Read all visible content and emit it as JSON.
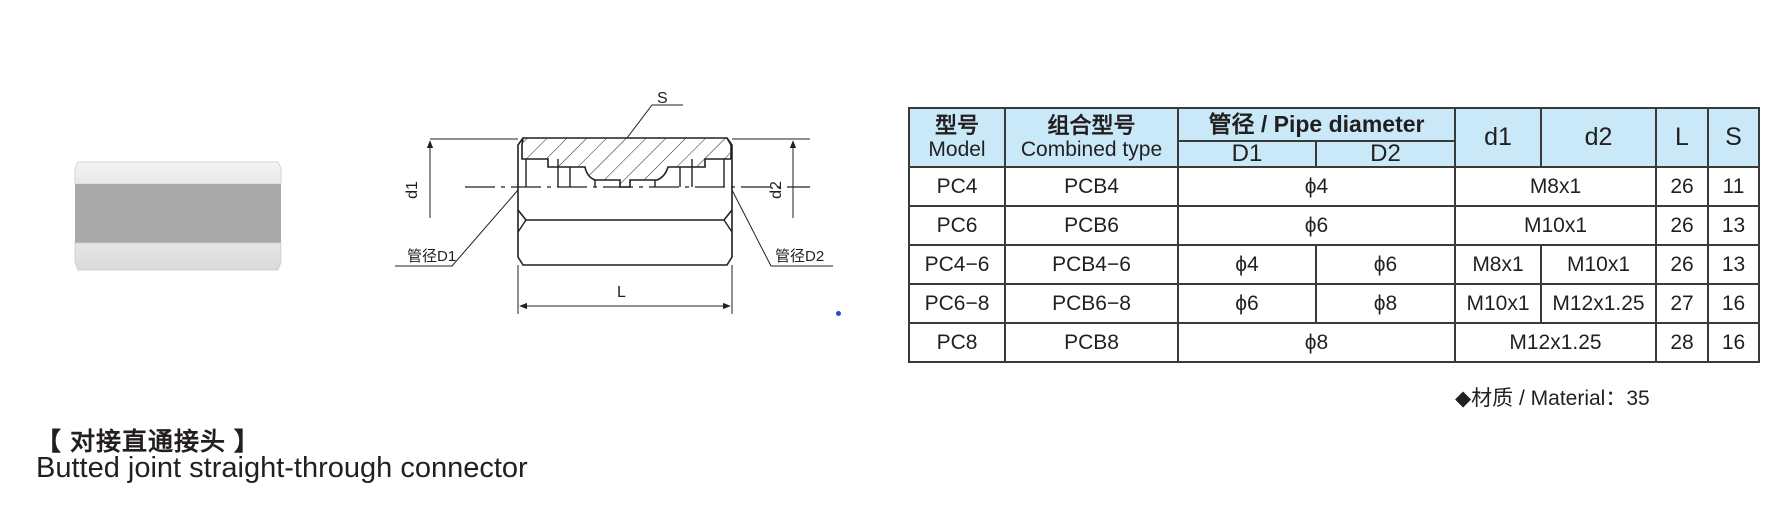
{
  "product": {
    "title_cn": "【 对接直通接头 】",
    "title_en": "Butted joint straight-through connector",
    "material_label": "◆材质 / Material：35"
  },
  "drawing": {
    "labels": {
      "S": "S",
      "d1": "d1",
      "d2": "d2",
      "L": "L",
      "D1": "管径D1",
      "D2": "管径D2"
    }
  },
  "table": {
    "headers": {
      "model_cn": "型号",
      "model_en": "Model",
      "combined_cn": "组合型号",
      "combined_en": "Combined type",
      "pipe": "管径 / Pipe diameter",
      "D1": "D1",
      "D2": "D2",
      "d1": "d1",
      "d2": "d2",
      "L": "L",
      "S": "S"
    },
    "rows": [
      {
        "model": "PC4",
        "combined": "PCB4",
        "pipe": "ϕ4",
        "thread": "M8x1",
        "L": "26",
        "S": "11"
      },
      {
        "model": "PC6",
        "combined": "PCB6",
        "pipe": "ϕ6",
        "thread": "M10x1",
        "L": "26",
        "S": "13"
      },
      {
        "model": "PC4−6",
        "combined": "PCB4−6",
        "D1": "ϕ4",
        "D2": "ϕ6",
        "d1": "M8x1",
        "d2": "M10x1",
        "L": "26",
        "S": "13"
      },
      {
        "model": "PC6−8",
        "combined": "PCB6−8",
        "D1": "ϕ6",
        "D2": "ϕ8",
        "d1": "M10x1",
        "d2": "M12x1.25",
        "L": "27",
        "S": "16"
      },
      {
        "model": "PC8",
        "combined": "PCB8",
        "pipe": "ϕ8",
        "thread": "M12x1.25",
        "L": "28",
        "S": "16"
      }
    ]
  },
  "colors": {
    "header_bg": "#c9e9f9",
    "border": "#3a3a3a",
    "text": "#231f20",
    "dot": "#1a4fd6"
  }
}
